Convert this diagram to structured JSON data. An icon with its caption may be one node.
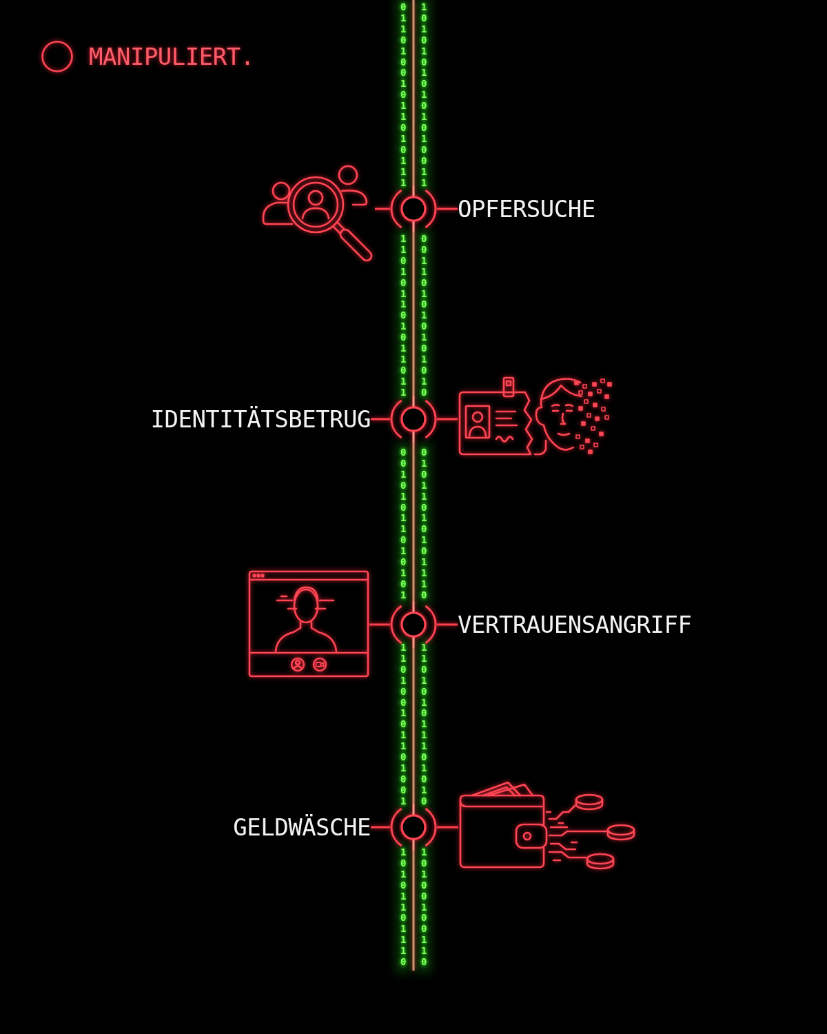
{
  "diagram": {
    "title": "MANIPULIERT.",
    "nodes": [
      {
        "text": [],
        "shape": "circle"
      },
      {
        "text": [
          "OPFERSUCHE"
        ]
      },
      {
        "text": [],
        "shape": "picture"
      },
      {
        "text": [],
        "shape": "circle"
      },
      {
        "text": [
          "IDENTITÄTSBETRUG"
        ]
      },
      {
        "text": [],
        "shape": "picture"
      },
      {
        "text": [],
        "shape": "circle"
      },
      {
        "text": [
          "VERTRAUENSANGRIFF"
        ]
      },
      {
        "text": [],
        "shape": "picture"
      },
      {
        "text": [],
        "shape": "circle"
      },
      {
        "text": [
          "GELDWÄSCHE"
        ]
      },
      {
        "text": [],
        "shape": "picture"
      }
    ],
    "edges": [
      {
        "from": null,
        "to": 0,
        "arrow": "none",
        "color": "#ff9a8c"
      },
      {
        "from": 0,
        "to": 2,
        "arrow": "none"
      },
      {
        "from": 0,
        "to": 1,
        "arrow": "none"
      },
      {
        "from": 0,
        "to": 3,
        "arrow": "none",
        "color": "#ff9a8c"
      },
      {
        "from": 3,
        "to": 4,
        "arrow": "none"
      },
      {
        "from": 3,
        "to": 5,
        "arrow": "none"
      },
      {
        "from": 3,
        "to": 6,
        "arrow": "none",
        "color": "#ff9a8c"
      },
      {
        "from": 6,
        "to": 8,
        "arrow": "none"
      },
      {
        "from": 6,
        "to": 7,
        "arrow": "none"
      },
      {
        "from": 6,
        "to": 9,
        "arrow": "none",
        "color": "#ff9a8c"
      },
      {
        "from": 9,
        "to": 10,
        "arrow": "none"
      },
      {
        "from": 9,
        "to": 11,
        "arrow": "none"
      },
      {
        "from": 9,
        "to": null,
        "arrow": "none",
        "color": "#ff9a8c"
      }
    ],
    "labels": [
      "0 1 1 0 1 0 0 1 0 1 1 0 1 0 1 1 1",
      "1 0 1 0 1 0 1 0 1 0 1 0 1 0 0 1 1",
      "1 1 0 1 0 1 1 0 1 0 1 1 0 1 1",
      "0 0 1 1 0 1 0 1 0 1 0 1 0 1 0",
      "0 0 1 0 1 0 1 1 0 1 0 1 0 1",
      "0 1 0 1 1 0 1 0 1 0 1 1 1 0",
      "1 1 0 1 0 0 1 0 1 1 0 1 0 0 1",
      "1 1 0 1 0 1 0 1 1 1 0 1 0 1 0",
      "1 0 1 0 1 1 0 1 1 1 0",
      "1 0 1 0 0 1 0 0 1 1 0"
    ]
  }
}
